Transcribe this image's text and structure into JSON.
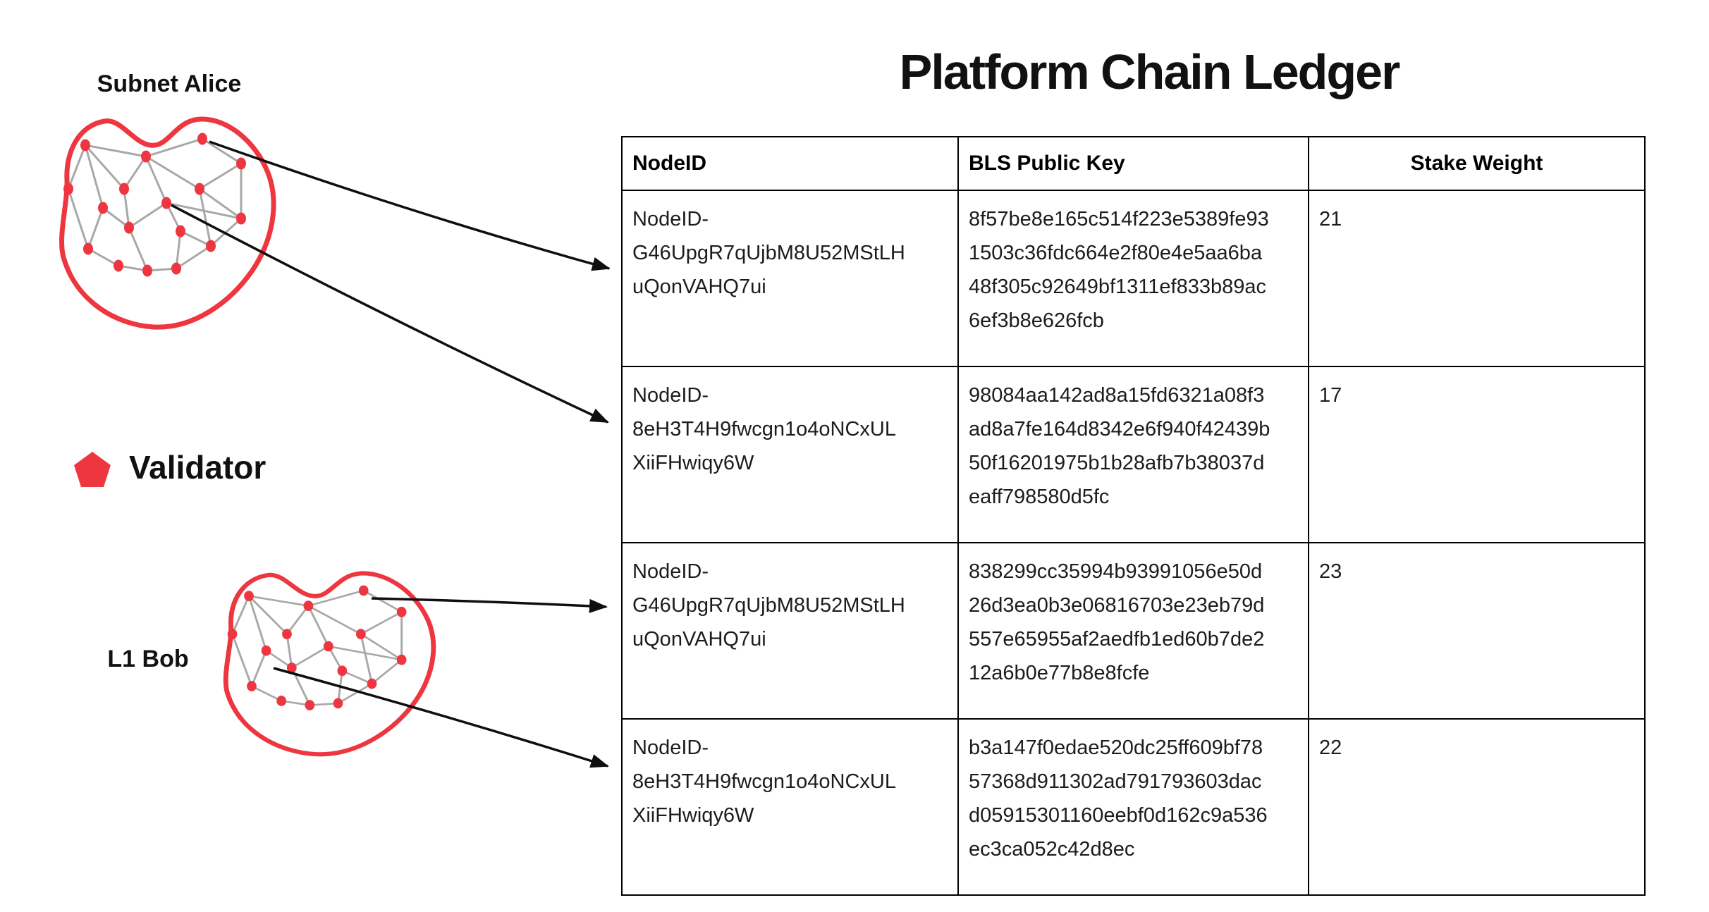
{
  "title": "Platform Chain Ledger",
  "colors": {
    "red": "#EE3640",
    "edge_gray": "#A8A8A8",
    "arrow_black": "#0F0F0F",
    "border_black": "#000000"
  },
  "legend": {
    "icon": "validator-pentagon-icon",
    "label": "Validator"
  },
  "subnets": [
    {
      "label": "Subnet Alice"
    },
    {
      "label": "L1 Bob"
    }
  ],
  "table": {
    "headers": [
      "NodeID",
      "BLS Public Key",
      "Stake Weight"
    ],
    "rows": [
      {
        "node_id": "NodeID-G46UpgR7qUjbM8U52MStLHuQonVAHQ7ui",
        "bls_public_key": "8f57be8e165c514f223e5389fe931503c36fdc664e2f80e4e5aa6ba48f305c92649bf1311ef833b89ac6ef3b8e626fcb",
        "stake_weight": "21"
      },
      {
        "node_id": "NodeID-8eH3T4H9fwcgn1o4oNCxULXiiFHwiqy6W",
        "bls_public_key": "98084aa142ad8a15fd6321a08f3ad8a7fe164d8342e6f940f42439b50f16201975b1b28afb7b38037deaff798580d5fc",
        "stake_weight": "17"
      },
      {
        "node_id": "NodeID-G46UpgR7qUjbM8U52MStLHuQonVAHQ7ui",
        "bls_public_key": "838299cc35994b93991056e50d26d3ea0b3e06816703e23eb79d557e65955af2aedfb1ed60b7de212a6b0e77b8e8fcfe",
        "stake_weight": "23"
      },
      {
        "node_id": "NodeID-8eH3T4H9fwcgn1o4oNCxULXiiFHwiqy6W",
        "bls_public_key": "b3a147f0edae520dc25ff609bf7857368d911302ad791793603dacd05915301160eebf0d162c9a536ec3ca052c42d8ec",
        "stake_weight": "22"
      }
    ]
  }
}
